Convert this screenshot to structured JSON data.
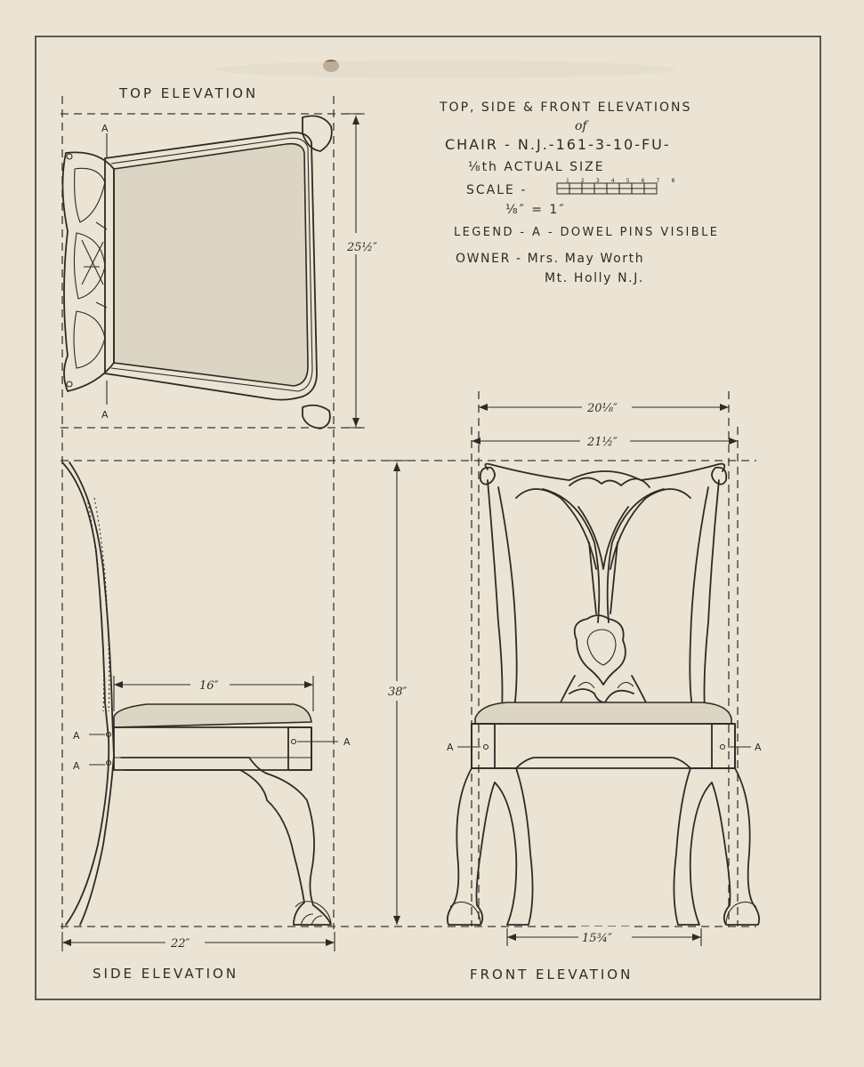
{
  "title": {
    "line1": "TOP, SIDE & FRONT ELEVATIONS",
    "line2": "of",
    "line3": "CHAIR - N.J.-161-3-10-FU-",
    "line4": "⅛th ACTUAL SIZE",
    "scale_label": "SCALE -",
    "scale_ticks": "1 2 3 4 5 6 7 8",
    "scale_ratio": "⅛″ = 1″",
    "legend": "LEGEND - A - DOWEL PINS VISIBLE",
    "owner": "OWNER - Mrs. May Worth",
    "owner_place": "Mt. Holly N.J."
  },
  "views": {
    "top": "TOP ELEVATION",
    "side": "SIDE ELEVATION",
    "front": "FRONT ELEVATION"
  },
  "dimensions": {
    "top_depth": "25½″",
    "seat_depth": "16″",
    "overall_height": "38″",
    "side_base": "22″",
    "front_inner_width": "20⅛″",
    "front_outer_width": "21½″",
    "front_leg_span": "15¾″"
  },
  "markers": {
    "dowel": "A"
  },
  "colors": {
    "paper": "#ebe4d4",
    "ink": "#2e2b26",
    "seat_fill": "#ddd5c4"
  }
}
